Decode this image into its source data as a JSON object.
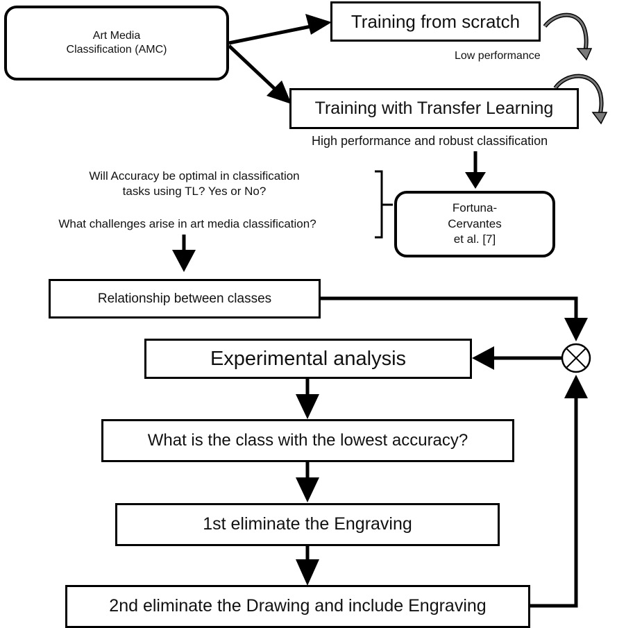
{
  "nodes": {
    "amc": {
      "line1": "Art Media",
      "line2": "Classification (AMC)"
    },
    "scratch": {
      "label": "Training from scratch"
    },
    "transfer": {
      "label": "Training with Transfer Learning"
    },
    "fortuna": {
      "line1": "Fortuna-",
      "line2": "Cervantes",
      "line3": "et al. [7]"
    },
    "relationship": {
      "label": "Relationship between classes"
    },
    "experimental": {
      "label": "Experimental analysis"
    },
    "lowest": {
      "label": "What is the class with the lowest accuracy?"
    },
    "first": {
      "label": "1st eliminate the Engraving"
    },
    "second": {
      "label": "2nd eliminate the Drawing and include Engraving"
    }
  },
  "annotations": {
    "low_performance": "Low performance",
    "high_performance": "High performance and robust classification",
    "question1_line1": "Will Accuracy be optimal in classification",
    "question1_line2": "tasks using TL? Yes or No?",
    "question2": "What challenges arise in art media classification?"
  },
  "colors": {
    "stroke": "#000000",
    "curved_arrow_fill": "#7a7a7a",
    "background": "#ffffff"
  }
}
